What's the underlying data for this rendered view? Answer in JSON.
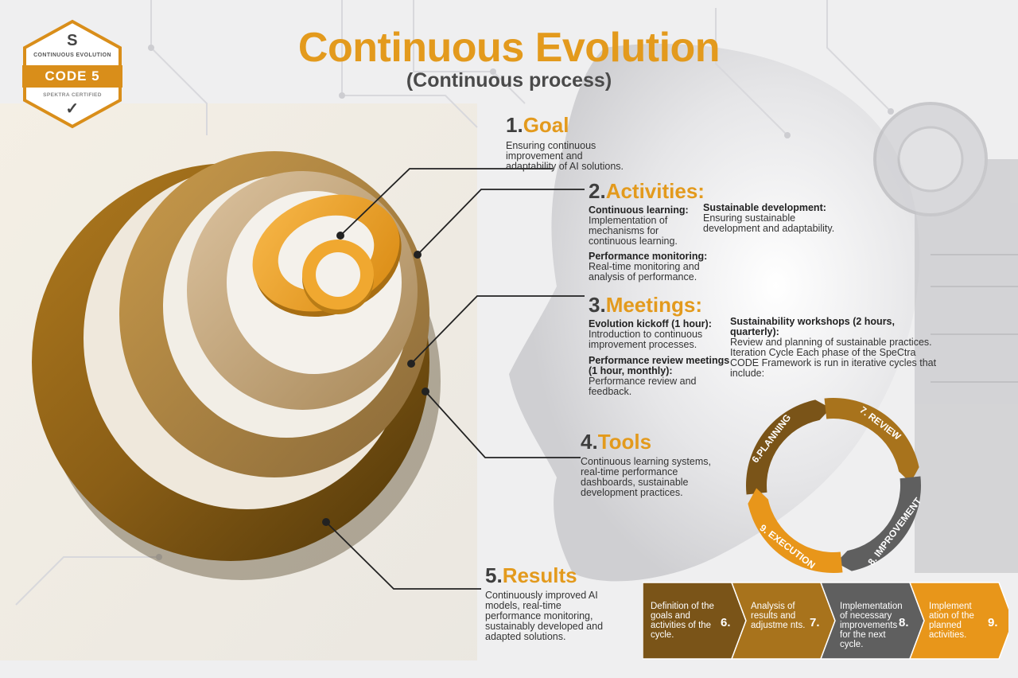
{
  "badge": {
    "logo_letter": "S",
    "subtitle": "CONTINUOUS EVOLUTION",
    "code": "CODE 5",
    "certified": "SPEKTRA CERTIFIED",
    "check": "✓"
  },
  "title": "Continuous Evolution",
  "subtitle": "(Continuous process)",
  "sections": {
    "goal": {
      "num": "1.",
      "name": "Goal",
      "text": "Ensuring continuous improvement and adaptability of AI solutions."
    },
    "activities": {
      "num": "2.",
      "name": "Activities:",
      "items": [
        {
          "title": "Continuous learning:",
          "text": "Implementation of mechanisms for continuous learning."
        },
        {
          "title": "Performance monitoring:",
          "text": "Real-time monitoring and analysis of performance."
        },
        {
          "title": "Sustainable development:",
          "text": "Ensuring sustainable development and adaptability."
        }
      ]
    },
    "meetings": {
      "num": "3.",
      "name": "Meetings:",
      "items": [
        {
          "title": "Evolution kickoff (1 hour):",
          "text": "Introduction to continuous improvement processes."
        },
        {
          "title": "Performance review meetings (1 hour, monthly):",
          "text": "Performance review and feedback."
        },
        {
          "title": "Sustainability workshops (2 hours, quarterly):",
          "text": "Review and planning of sustainable practices."
        }
      ],
      "iteration_text": "Iteration Cycle Each phase of the SpeCtra CODE Framework is run in iterative cycles that include:"
    },
    "tools": {
      "num": "4.",
      "name": "Tools",
      "text": "Continuous learning systems, real-time performance dashboards, sustainable development practices."
    },
    "results": {
      "num": "5.",
      "name": "Results",
      "text": "Continuously improved AI models, real-time performance monitoring, sustainably developed and adapted solutions."
    }
  },
  "cycle": {
    "segments": [
      {
        "label": "6.PLANNING",
        "color": "#7a5418"
      },
      {
        "label": "7. REVIEW",
        "color": "#a8731c"
      },
      {
        "label": "8. IMPROVEMENT",
        "color": "#5f5f5f"
      },
      {
        "label": "9. EXECUTION",
        "color": "#e8961a"
      }
    ]
  },
  "process_steps": [
    {
      "text": "Definition of the goals and activities of the cycle.",
      "num": "6.",
      "color": "#7a5418"
    },
    {
      "text": "Analysis of results and adjustme nts.",
      "num": "7.",
      "color": "#a8731c"
    },
    {
      "text": "Implementation of necessary improvements for the next cycle.",
      "num": "8.",
      "color": "#5f5f5f"
    },
    {
      "text": "Implement ation of the planned activities.",
      "num": "9.",
      "color": "#e8961a"
    }
  ],
  "colors": {
    "accent": "#e39a1d",
    "dark_gold": "#7a5418",
    "gray": "#5f5f5f"
  }
}
